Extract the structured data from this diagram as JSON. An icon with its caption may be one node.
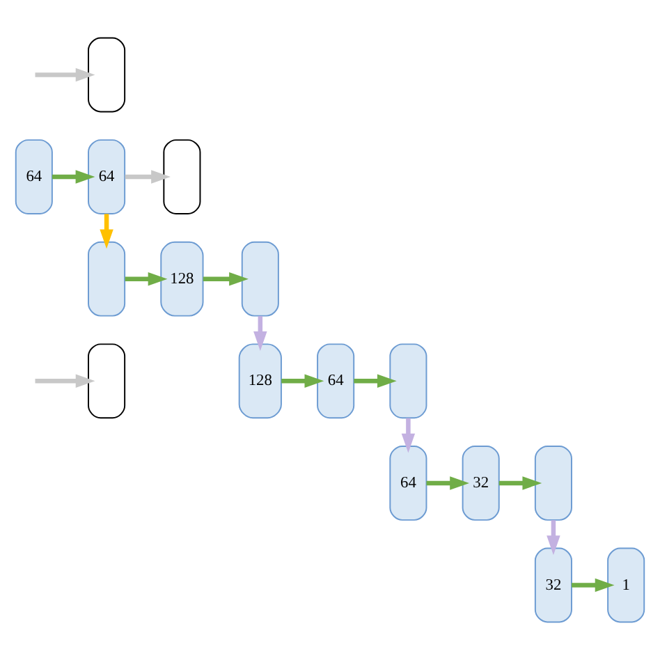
{
  "diagram": {
    "nodes": [
      {
        "text": [],
        "shape": "box"
      },
      {
        "text": [
          "32"
        ]
      },
      {
        "text": [
          "1"
        ]
      },
      {
        "text": [],
        "shape": "box"
      },
      {
        "text": [
          "64"
        ]
      },
      {
        "text": [
          "32"
        ]
      },
      {
        "text": [],
        "shape": "box"
      },
      {
        "text": [
          "64"
        ]
      },
      {
        "text": [
          "64"
        ]
      },
      {
        "text": [],
        "shape": "box"
      },
      {
        "text": [
          "128"
        ]
      },
      {
        "text": [
          "64"
        ]
      },
      {
        "text": [],
        "shape": "box"
      },
      {
        "text": [],
        "shape": "box"
      },
      {
        "text": [
          "128"
        ]
      },
      {
        "text": [],
        "shape": "box"
      }
    ],
    "edges": [
      {
        "from": null,
        "to": 0,
        "arrow": "to",
        "color": "#c8c8c8"
      },
      {
        "from": 1,
        "to": 2,
        "arrow": "to"
      },
      {
        "from": null,
        "to": 3,
        "arrow": "to",
        "color": "#c8c8c8"
      },
      {
        "from": 4,
        "to": 5,
        "arrow": "to"
      },
      {
        "from": 5,
        "to": 6,
        "arrow": "to"
      },
      {
        "from": 6,
        "to": 1,
        "arrow": "to",
        "color": "#c3b1e1"
      },
      {
        "from": 7,
        "to": 8,
        "arrow": "to"
      },
      {
        "from": 8,
        "to": 9,
        "arrow": "to",
        "color": "#c8c8c8"
      },
      {
        "from": 10,
        "to": 11,
        "arrow": "to"
      },
      {
        "from": 11,
        "to": 12,
        "arrow": "to"
      },
      {
        "from": 12,
        "to": 4,
        "arrow": "to",
        "color": "#c3b1e1"
      },
      {
        "from": 8,
        "to": 13,
        "arrow": "to",
        "color": "#ffc000"
      },
      {
        "from": 13,
        "to": 14,
        "arrow": "to"
      },
      {
        "from": 14,
        "to": 15,
        "arrow": "to"
      },
      {
        "from": 15,
        "to": 10,
        "arrow": "to",
        "color": "#c3b1e1"
      }
    ]
  }
}
